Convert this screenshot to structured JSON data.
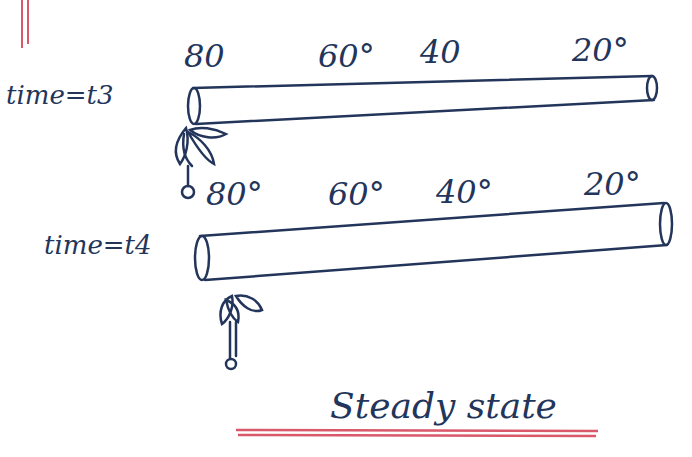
{
  "diagram": {
    "caption": "Steady state",
    "labels": [
      "time=t3",
      "80",
      "60°",
      "40",
      "20°",
      "time=t4",
      "80°",
      "60°",
      "40°",
      "20°"
    ]
  }
}
